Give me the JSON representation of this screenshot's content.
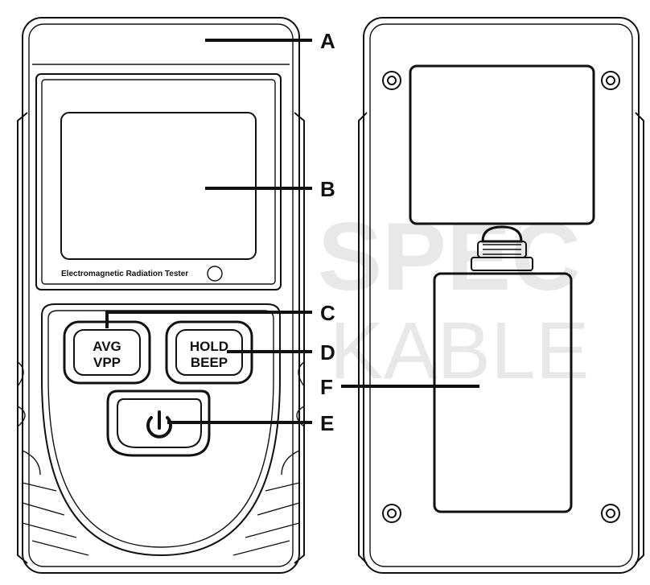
{
  "watermark": {
    "line1": "SPEC",
    "line2": "KABLE",
    "color": "#e8e8e8"
  },
  "device_front": {
    "label_text": "Electromagnetic Radiation Tester",
    "buttons": {
      "avg_vpp": {
        "line1": "AVG",
        "line2": "VPP"
      },
      "hold_beep": {
        "line1": "HOLD",
        "line2": "BEEP"
      },
      "power_icon": "power-icon"
    }
  },
  "callouts": {
    "A": "A",
    "B": "B",
    "C": "C",
    "D": "D",
    "E": "E",
    "F": "F"
  },
  "colors": {
    "outline": "#111111",
    "background": "#ffffff"
  }
}
